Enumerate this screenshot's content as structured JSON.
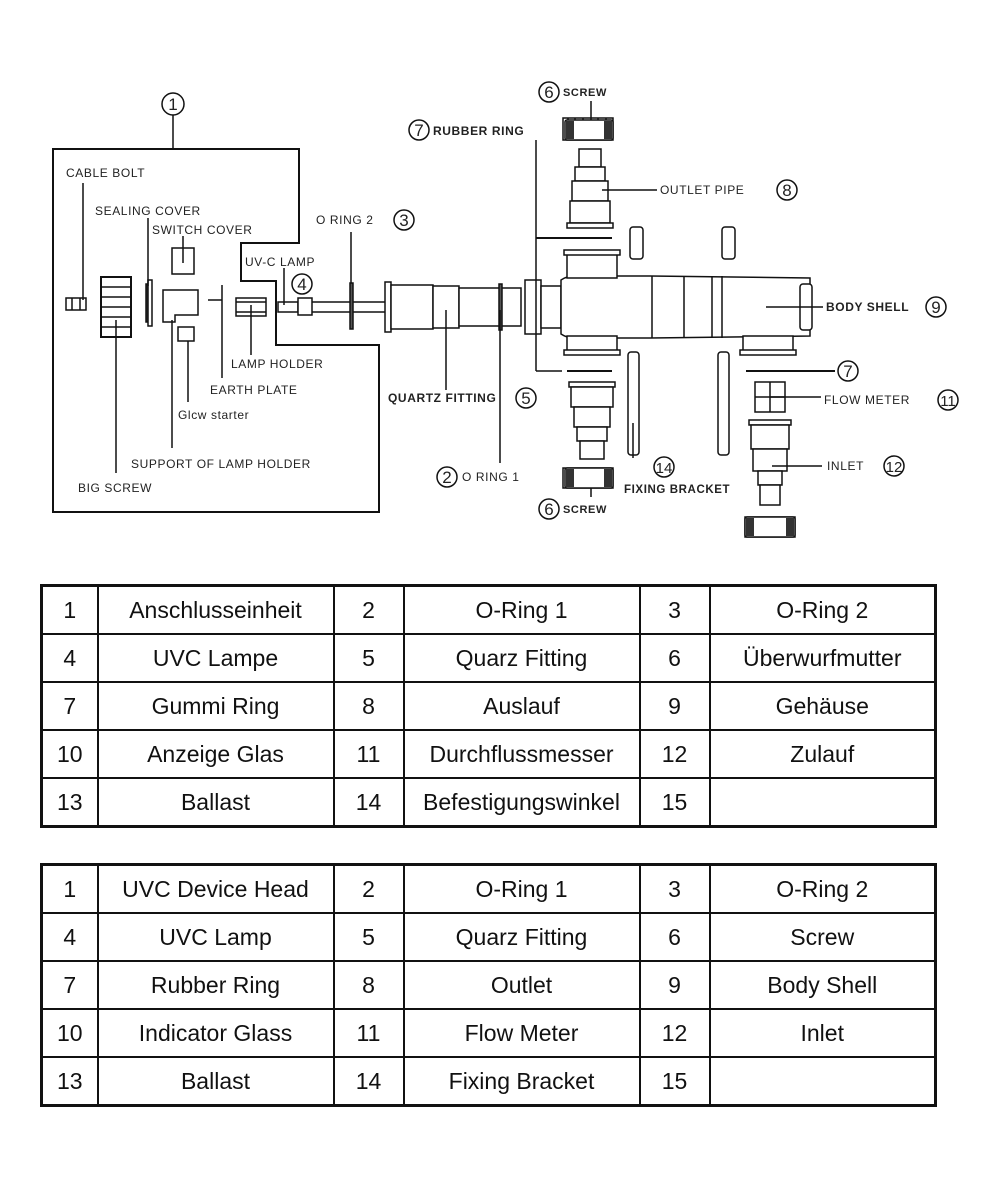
{
  "diagram": {
    "callouts": [
      {
        "number": "1",
        "label": ""
      },
      {
        "number": "2",
        "label": "O RING 1"
      },
      {
        "number": "3",
        "label": "O RING 2"
      },
      {
        "number": "4",
        "label": "UV-C LAMP"
      },
      {
        "number": "5",
        "label": "QUARTZ FITTING"
      },
      {
        "number": "6",
        "label": "SCREW"
      },
      {
        "number": "6",
        "label": "SCREW"
      },
      {
        "number": "7",
        "label": "RUBBER RING"
      },
      {
        "number": "7",
        "label": ""
      },
      {
        "number": "8",
        "label": "OUTLET PIPE"
      },
      {
        "number": "9",
        "label": "BODY SHELL"
      },
      {
        "number": "11",
        "label": "FLOW METER"
      },
      {
        "number": "12",
        "label": "INLET"
      },
      {
        "number": "14",
        "label": "FIXING BRACKET"
      }
    ],
    "head_unit_labels": {
      "cable_bolt": "CABLE BOLT",
      "sealing_cover": "SEALING COVER",
      "switch_cover": "SWITCH COVER",
      "lamp_holder": "LAMP HOLDER",
      "earth_plate": "EARTH PLATE",
      "glow_starter": "Glcw starter",
      "support_of_lamp_holder": "SUPPORT OF LAMP HOLDER",
      "big_screw": "BIG SCREW"
    }
  },
  "tables": [
    {
      "language": "de",
      "rows": [
        [
          {
            "num": "1",
            "name": "Anschlusseinheit"
          },
          {
            "num": "2",
            "name": "O-Ring 1"
          },
          {
            "num": "3",
            "name": "O-Ring 2"
          }
        ],
        [
          {
            "num": "4",
            "name": "UVC Lampe"
          },
          {
            "num": "5",
            "name": "Quarz Fitting"
          },
          {
            "num": "6",
            "name": "Überwurfmutter"
          }
        ],
        [
          {
            "num": "7",
            "name": "Gummi Ring"
          },
          {
            "num": "8",
            "name": "Auslauf"
          },
          {
            "num": "9",
            "name": "Gehäuse"
          }
        ],
        [
          {
            "num": "10",
            "name": "Anzeige Glas"
          },
          {
            "num": "11",
            "name": "Durchflussmesser"
          },
          {
            "num": "12",
            "name": "Zulauf"
          }
        ],
        [
          {
            "num": "13",
            "name": "Ballast"
          },
          {
            "num": "14",
            "name": "Befestigungswinkel"
          },
          {
            "num": "15",
            "name": ""
          }
        ]
      ]
    },
    {
      "language": "en",
      "rows": [
        [
          {
            "num": "1",
            "name": "UVC Device Head"
          },
          {
            "num": "2",
            "name": "O-Ring 1"
          },
          {
            "num": "3",
            "name": "O-Ring 2"
          }
        ],
        [
          {
            "num": "4",
            "name": "UVC Lamp"
          },
          {
            "num": "5",
            "name": "Quarz Fitting"
          },
          {
            "num": "6",
            "name": "Screw"
          }
        ],
        [
          {
            "num": "7",
            "name": "Rubber Ring"
          },
          {
            "num": "8",
            "name": "Outlet"
          },
          {
            "num": "9",
            "name": "Body Shell"
          }
        ],
        [
          {
            "num": "10",
            "name": "Indicator Glass"
          },
          {
            "num": "11",
            "name": "Flow Meter"
          },
          {
            "num": "12",
            "name": "Inlet"
          }
        ],
        [
          {
            "num": "13",
            "name": "Ballast"
          },
          {
            "num": "14",
            "name": "Fixing Bracket"
          },
          {
            "num": "15",
            "name": ""
          }
        ]
      ]
    }
  ]
}
